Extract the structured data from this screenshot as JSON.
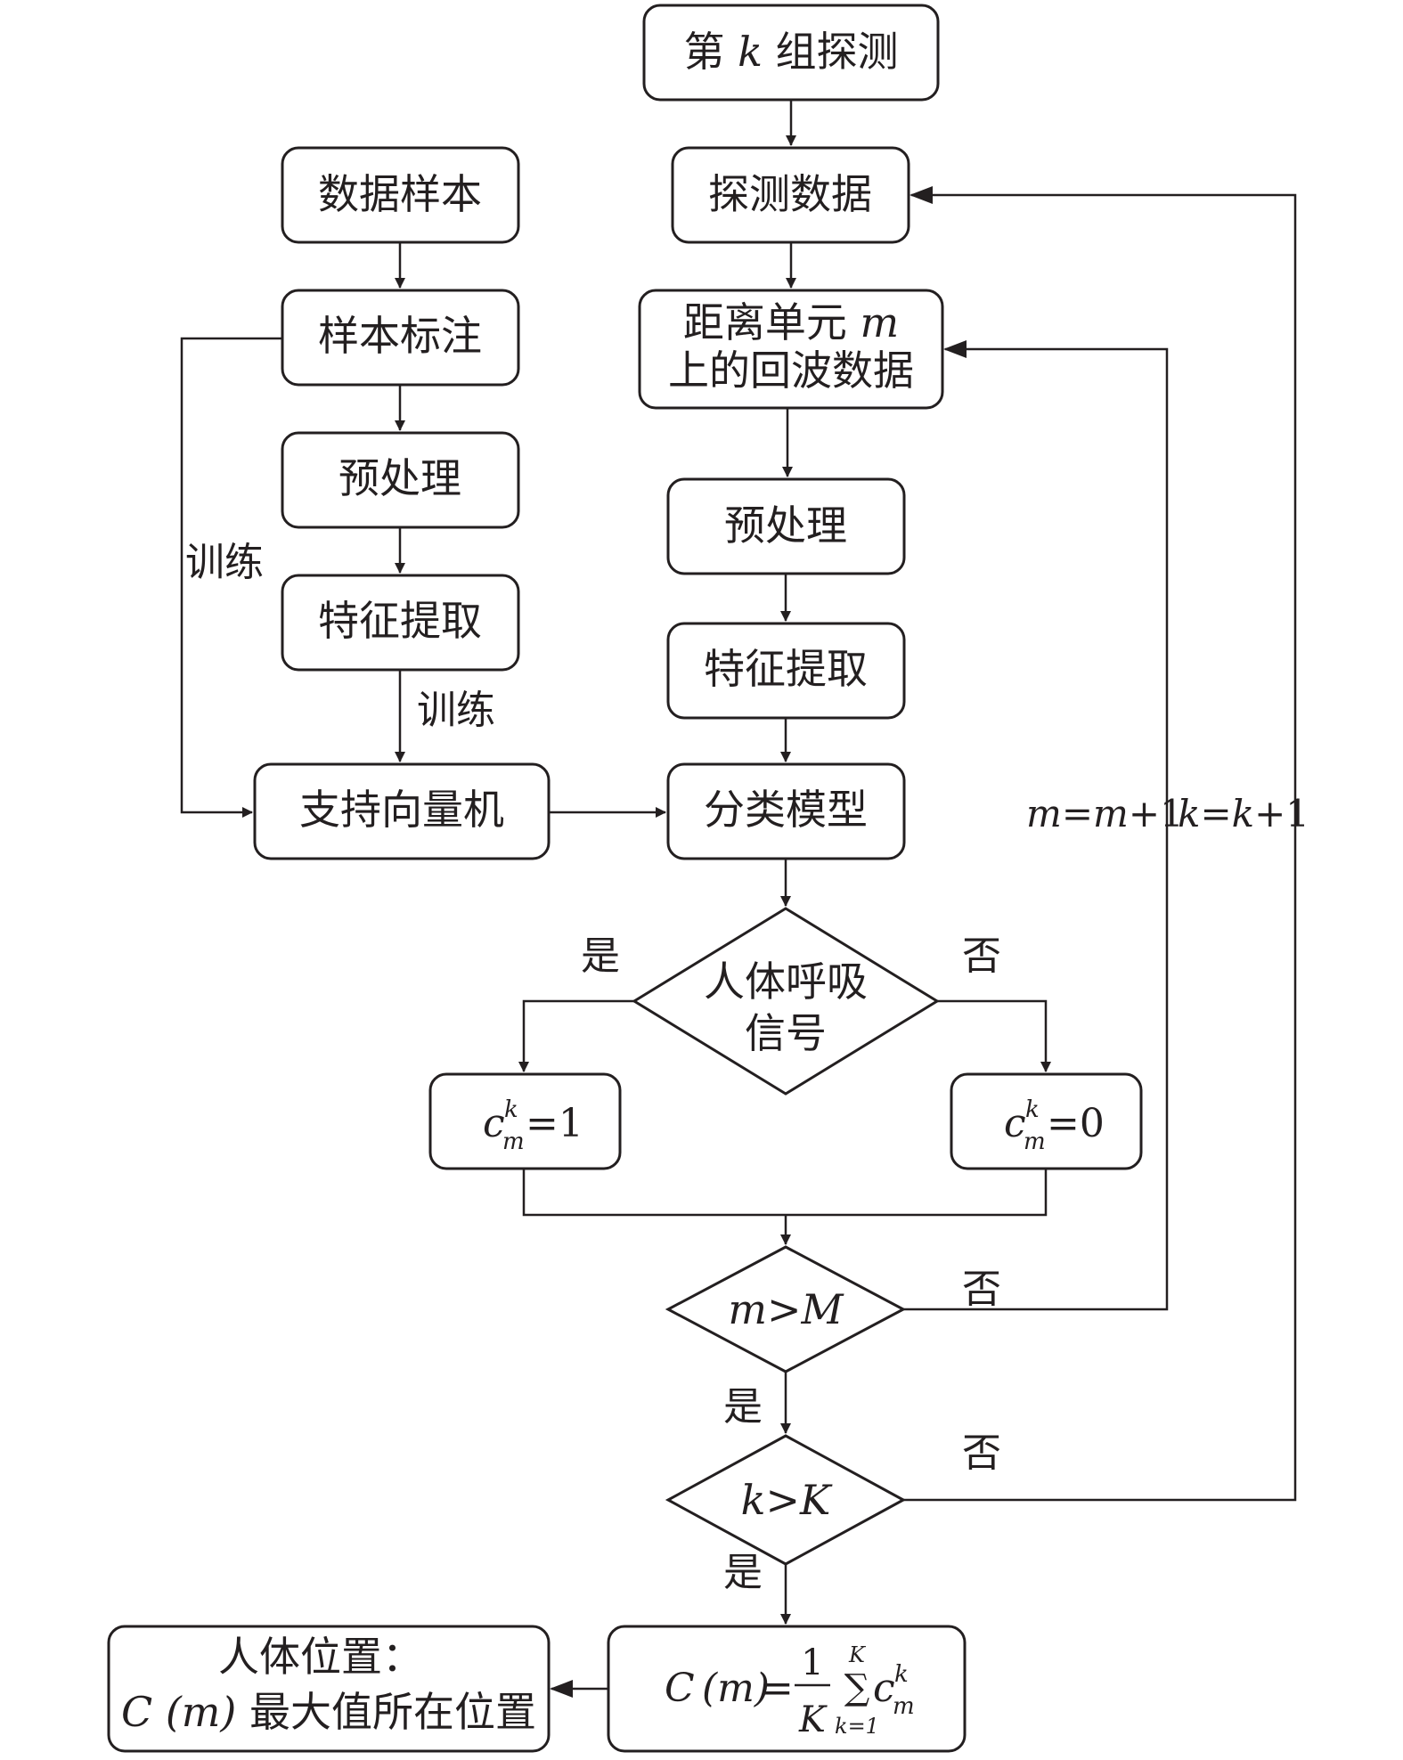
{
  "nodes": {
    "k_group": {
      "pre": "第 ",
      "var": "k",
      "post": " 组探测"
    },
    "probe_data": "探测数据",
    "range_unit": {
      "line1_pre": "距离单元 ",
      "line1_var": "m",
      "line2": "上的回波数据"
    },
    "preprocess_right": "预处理",
    "feature_right": "特征提取",
    "classifier": "分类模型",
    "decision_breath": {
      "line1": "人体呼吸",
      "line2": "信号"
    },
    "c_one": {
      "var": "c",
      "sup": "k",
      "sub": "m",
      "rhs": "=1"
    },
    "c_zero": {
      "var": "c",
      "sup": "k",
      "sub": "m",
      "rhs": "=0"
    },
    "decision_m": {
      "left": "m",
      "op": ">",
      "right": "M"
    },
    "decision_k": {
      "left": "k",
      "op": ">",
      "right": "K"
    },
    "formula": {
      "lhs": "C",
      "arg": "(m)",
      "eq": "=",
      "num": "1",
      "den": "K",
      "sum_top": "K",
      "sum_sym": "∑",
      "sum_bot": "k=1",
      "var": "c",
      "sup": "k",
      "sub": "m"
    },
    "result": {
      "line1": "人体位置：",
      "line2_var": "C",
      "line2_arg": " (m)",
      "line2_text": " 最大值所在位置"
    },
    "data_sample": "数据样本",
    "sample_label": "样本标注",
    "preprocess_left": "预处理",
    "feature_left": "特征提取",
    "svm": "支持向量机"
  },
  "labels": {
    "train_left": "训练",
    "train_mid": "训练",
    "yes_breath": "是",
    "no_breath": "否",
    "no_m": "否",
    "yes_m": "是",
    "no_k": "否",
    "yes_k": "是",
    "m_increment": {
      "a": "m",
      "b": "=",
      "c": "m",
      "d": "+1"
    },
    "k_increment": {
      "a": "k",
      "b": "=",
      "c": "k",
      "d": "+1"
    }
  }
}
